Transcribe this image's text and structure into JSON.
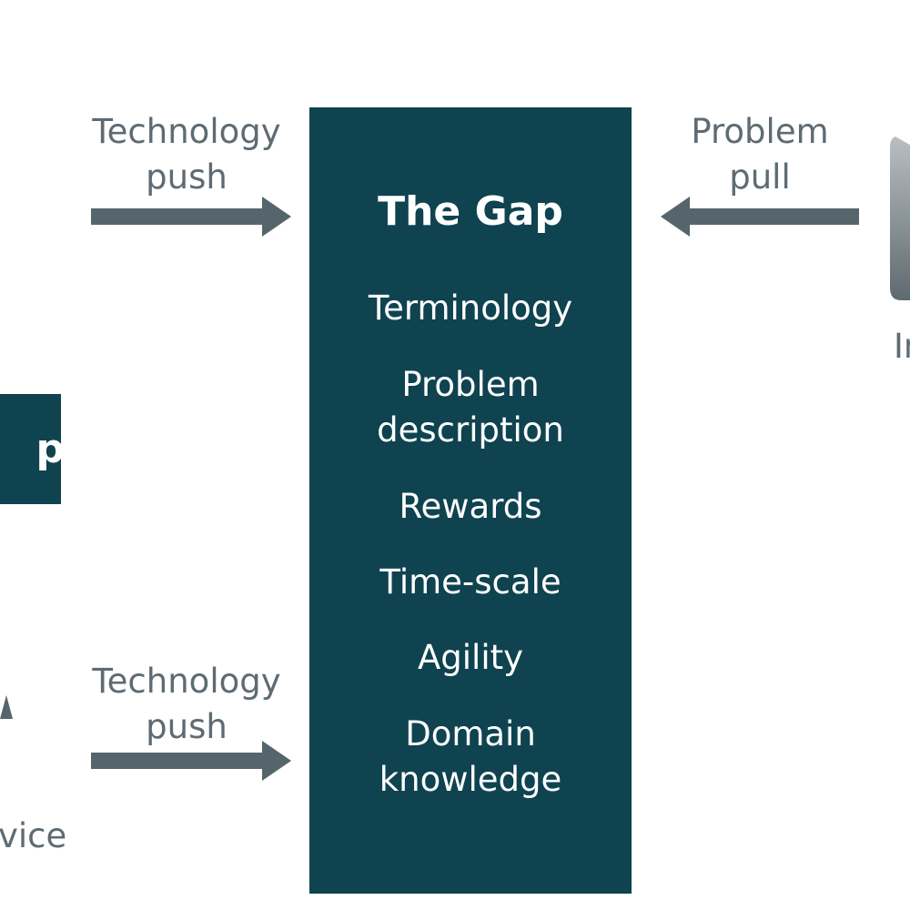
{
  "gap": {
    "title": "The Gap",
    "items": [
      "Terminology",
      "Problem\ndescription",
      "Rewards",
      "Time-scale",
      "Agility",
      "Domain\nknowledge"
    ]
  },
  "labels": {
    "tech_push_top": "Technology\npush",
    "problem_pull": "Problem\npull",
    "tech_push_bottom": "Technology\npush"
  },
  "partial": {
    "left_box_text": "p",
    "right_text": "In",
    "bottom_left_text": "vice"
  },
  "colors": {
    "box": "#0f4350",
    "arrow": "#56656c",
    "label": "#5e6b72"
  }
}
